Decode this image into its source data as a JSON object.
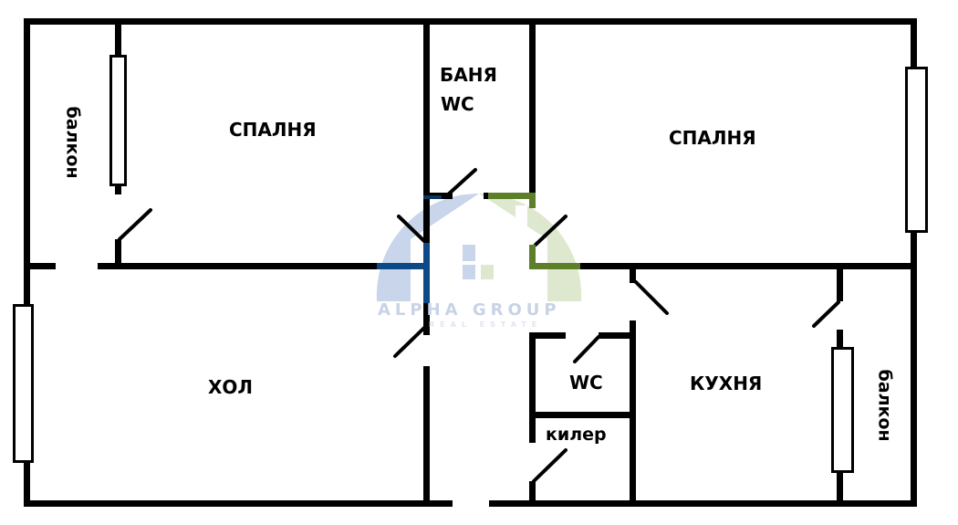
{
  "plan": {
    "rooms": {
      "bedroom_left": "СПАЛНЯ",
      "bathroom_line1": "БАНЯ",
      "bathroom_line2": "WC",
      "bedroom_right": "СПАЛНЯ",
      "living_room": "ХОЛ",
      "wc": "WC",
      "storage": "килер",
      "kitchen": "КУХНЯ",
      "balcony_left": "балкон",
      "balcony_right": "балкон"
    },
    "colors": {
      "wall": "#000000",
      "logo_blue": "#0b4a86",
      "logo_blue_light": "#c8d5ea",
      "logo_green": "#5e7f2a",
      "logo_green_light": "#dde8cf",
      "logo_text": "#c9d3e6"
    }
  },
  "watermark": {
    "brand": "ALPHA GROUP",
    "subtitle": "REAL ESTATE"
  }
}
